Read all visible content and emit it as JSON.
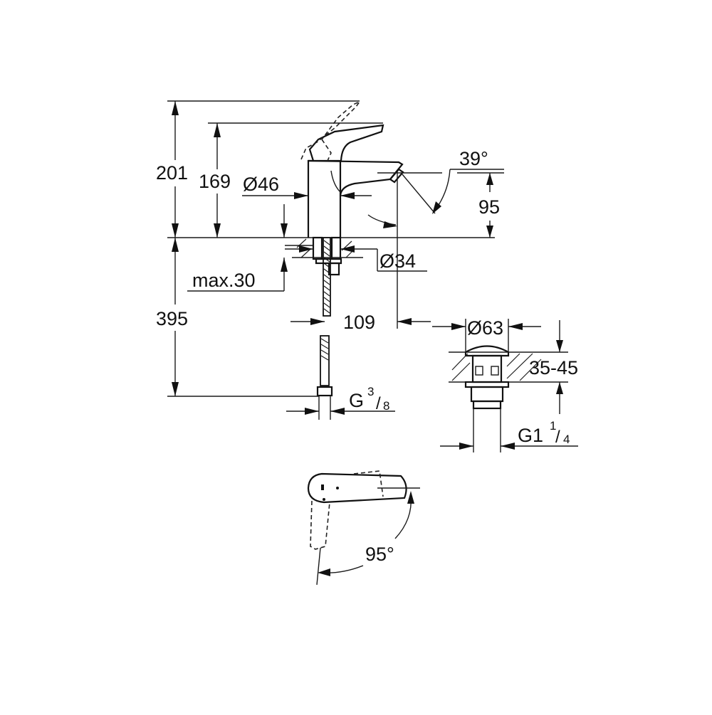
{
  "drawing": {
    "title": "Basin mixer technical dimension drawing",
    "background": "#ffffff",
    "line_color": "#111111",
    "dimensions": {
      "total_height_lever_open": "201",
      "height_lever_closed": "169",
      "body_diameter": "Ø46",
      "lever_angle": "39°",
      "spout_height": "95",
      "mounting_hole_diameter": "Ø34",
      "max_counter_thickness": "max.30",
      "hose_length": "395",
      "spout_projection": "109",
      "hose_connection_main": "G",
      "hose_connection_num": "3",
      "hose_connection_den": "8",
      "waste_diameter": "Ø63",
      "waste_range": "35-45",
      "waste_connection_main": "G1",
      "waste_connection_num": "1",
      "waste_connection_den": "4",
      "lever_rotation": "95°"
    }
  }
}
